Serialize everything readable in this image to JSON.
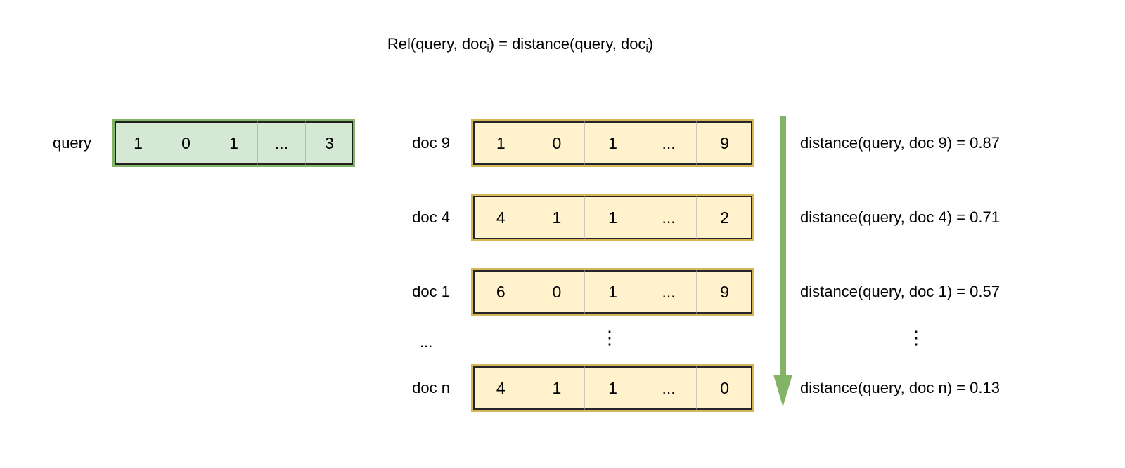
{
  "title": {
    "prefix": "Rel(query, doc",
    "sub1": "i",
    "middle": ") = distance(query, doc",
    "sub2": "i",
    "suffix": ")",
    "plain": "Rel(query, doc_i) = distance(query, doc_i)"
  },
  "query": {
    "label": "query",
    "cells": [
      "1",
      "0",
      "1",
      "...",
      "3"
    ],
    "fill": "#d5e8d4",
    "border": "#82b366"
  },
  "docs": [
    {
      "label": "doc 9",
      "cells": [
        "1",
        "0",
        "1",
        "...",
        "9"
      ],
      "distance": "distance(query, doc 9) = 0.87",
      "distance_value": 0.87
    },
    {
      "label": "doc 4",
      "cells": [
        "4",
        "1",
        "1",
        "...",
        "2"
      ],
      "distance": "distance(query, doc 4) = 0.71",
      "distance_value": 0.71
    },
    {
      "label": "doc 1",
      "cells": [
        "6",
        "0",
        "1",
        "...",
        "9"
      ],
      "distance": "distance(query, doc 1) = 0.57",
      "distance_value": 0.57
    },
    {
      "label": "doc n",
      "cells": [
        "4",
        "1",
        "1",
        "...",
        "0"
      ],
      "distance": "distance(query, doc n) = 0.13",
      "distance_value": 0.13
    }
  ],
  "ellipsis": {
    "label_gap": "...",
    "vector_gap": "⋮",
    "distance_gap": "⋮"
  },
  "doc_fill": "#fff2cc",
  "doc_border": "#d6b656",
  "arrow": {
    "color": "#82b366",
    "direction": "down",
    "meaning": "decreasing-distance"
  }
}
